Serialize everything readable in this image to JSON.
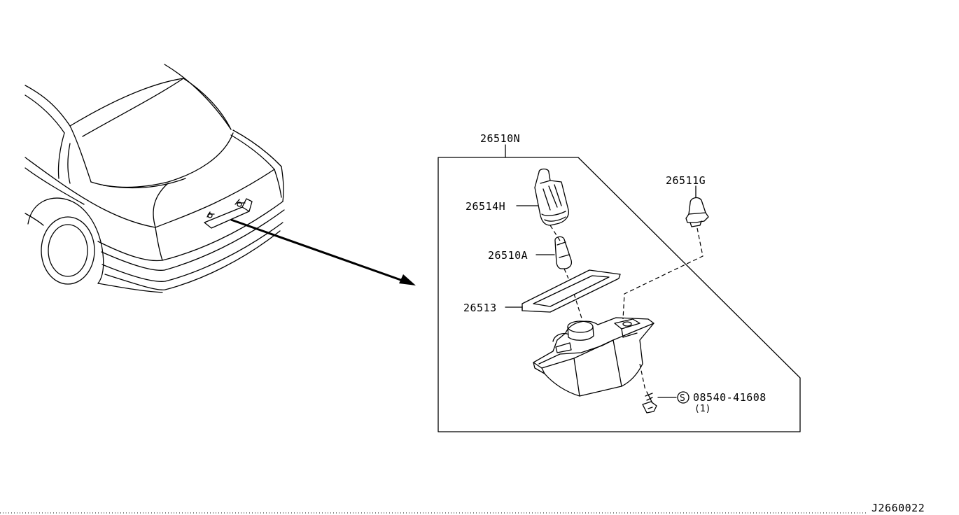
{
  "diagram_code": "J2660022",
  "parts": {
    "assembly": "26510N",
    "lens": "26514H",
    "bulb": "26510A",
    "gasket": "26513",
    "clip": "26511G",
    "screw": "08540-41608",
    "screw_symbol": "S",
    "screw_qty": "(1)"
  }
}
